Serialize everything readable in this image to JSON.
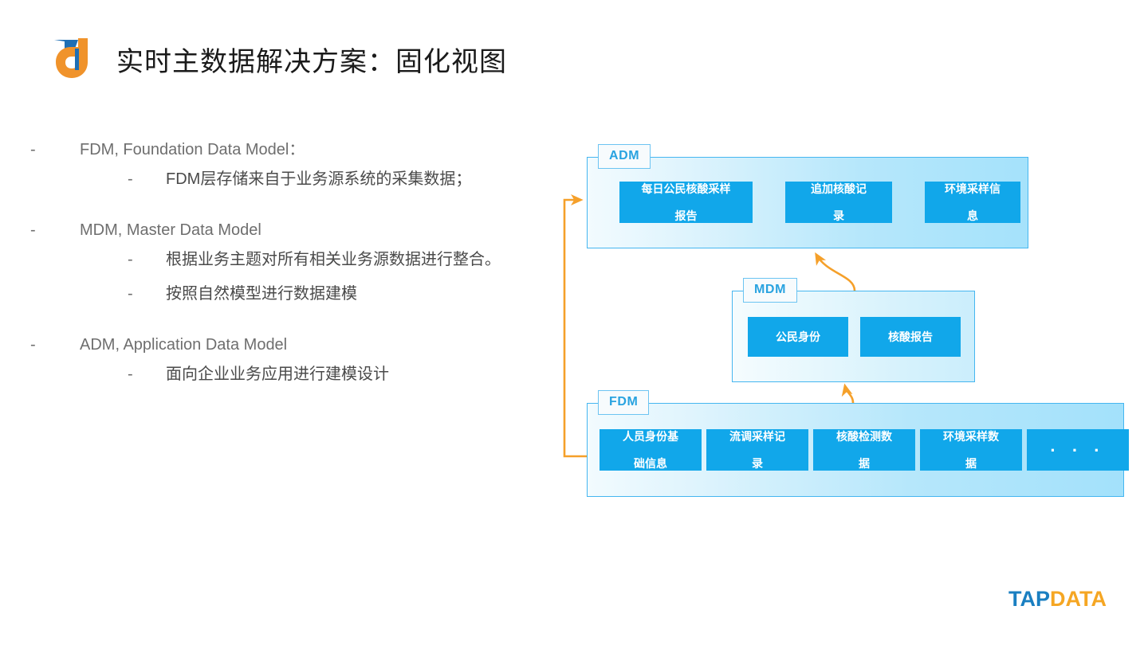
{
  "header": {
    "title": "实时主数据解决方案：固化视图",
    "logo_icon": "tapdata-logo-icon"
  },
  "bullets": [
    {
      "dash": "-",
      "text": "FDM, Foundation Data Model：",
      "children": [
        {
          "dash": "-",
          "text": "FDM层存储来自于业务源系统的采集数据；"
        }
      ]
    },
    {
      "dash": "-",
      "text": "MDM, Master Data Model",
      "children": [
        {
          "dash": "-",
          "text": "根据业务主题对所有相关业务源数据进行整合。"
        },
        {
          "dash": "-",
          "text": "按照自然模型进行数据建模"
        }
      ]
    },
    {
      "dash": "-",
      "text": "ADM, Application Data Model",
      "children": [
        {
          "dash": "-",
          "text": "面向企业业务应用进行建模设计"
        }
      ]
    }
  ],
  "diagram": {
    "layers": [
      {
        "tag": "ADM",
        "nodes": [
          {
            "line1": "每日公民核酸采样",
            "line2": "报告"
          },
          {
            "line1": "追加核酸记",
            "line2": "录"
          },
          {
            "line1": "环境采样信",
            "line2": "息"
          }
        ]
      },
      {
        "tag": "MDM",
        "nodes": [
          {
            "line1": "公民身份",
            "line2": ""
          },
          {
            "line1": "核酸报告",
            "line2": ""
          }
        ]
      },
      {
        "tag": "FDM",
        "nodes": [
          {
            "line1": "人员身份基",
            "line2": "础信息"
          },
          {
            "line1": "流调采样记",
            "line2": "录"
          },
          {
            "line1": "核酸检测数",
            "line2": "据"
          },
          {
            "line1": "环境采样数",
            "line2": "据"
          },
          {
            "line1": "· · ·",
            "line2": ""
          }
        ]
      }
    ],
    "connectors": [
      {
        "name": "fdm-to-adm-arrow",
        "from": "FDM",
        "to": "ADM"
      },
      {
        "name": "mdm-to-adm-arrow",
        "from": "MDM",
        "to": "ADM"
      },
      {
        "name": "fdm-to-mdm-arrow",
        "from": "FDM",
        "to": "MDM"
      }
    ],
    "colors": {
      "node_fill": "#11a7ea",
      "layer_border": "#45b6f0",
      "tag_text": "#29a3e0",
      "arrow": "#f5a02a"
    }
  },
  "footer": {
    "brand_part1": "TAP",
    "brand_part2": "DATA"
  }
}
